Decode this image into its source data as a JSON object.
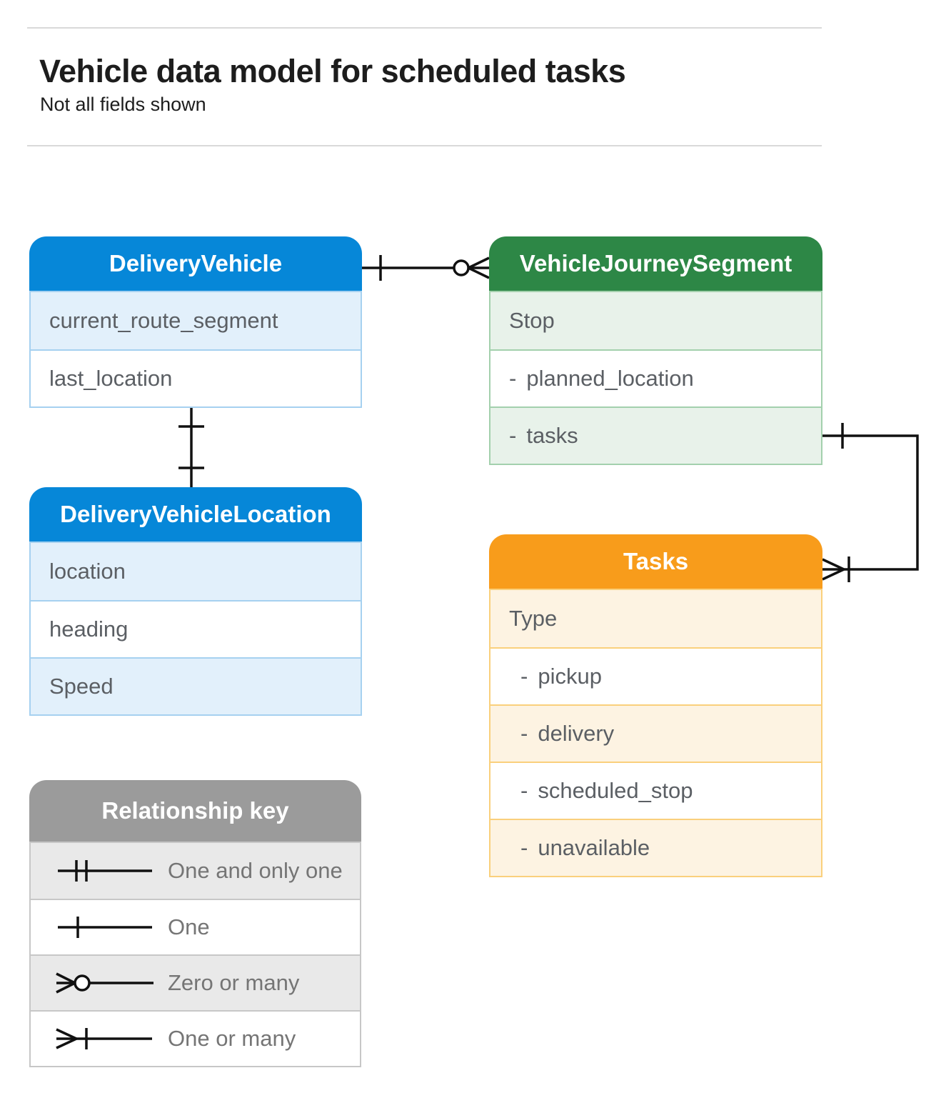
{
  "header": {
    "title": "Vehicle data model for scheduled tasks",
    "subtitle": "Not all fields shown"
  },
  "entities": {
    "delivery_vehicle": {
      "title": "DeliveryVehicle",
      "rows": [
        {
          "label": "current_route_segment"
        },
        {
          "label": "last_location"
        }
      ]
    },
    "vehicle_journey_segment": {
      "title": "VehicleJourneySegment",
      "rows": [
        {
          "label": "Stop"
        },
        {
          "dash": "-",
          "label": "planned_location"
        },
        {
          "dash": "-",
          "label": "tasks"
        }
      ]
    },
    "delivery_vehicle_location": {
      "title": "DeliveryVehicleLocation",
      "rows": [
        {
          "label": "location"
        },
        {
          "label": "heading"
        },
        {
          "label": "Speed"
        }
      ]
    },
    "tasks": {
      "title": "Tasks",
      "rows": [
        {
          "label": "Type"
        },
        {
          "dash": "-",
          "label": "pickup"
        },
        {
          "dash": "-",
          "label": "delivery"
        },
        {
          "dash": "-",
          "label": "scheduled_stop"
        },
        {
          "dash": "-",
          "label": "unavailable"
        }
      ]
    }
  },
  "legend": {
    "title": "Relationship key",
    "items": [
      {
        "symbol": "one-and-only-one",
        "label": "One and only one"
      },
      {
        "symbol": "one",
        "label": "One"
      },
      {
        "symbol": "zero-or-many",
        "label": "Zero or many"
      },
      {
        "symbol": "one-or-many",
        "label": "One or many"
      }
    ]
  },
  "relationships": [
    {
      "from": "DeliveryVehicle",
      "to": "VehicleJourneySegment",
      "from_end": "one",
      "to_end": "zero-or-many"
    },
    {
      "from": "DeliveryVehicle",
      "to": "DeliveryVehicleLocation",
      "from_end": "one",
      "to_end": "one"
    },
    {
      "from": "VehicleJourneySegment.tasks",
      "to": "Tasks",
      "from_end": "one",
      "to_end": "one-or-many"
    }
  ],
  "colors": {
    "blue": "#0687d8",
    "blue_tint": "#e2f0fb",
    "blue_border": "#a6d1f0",
    "green": "#2d8746",
    "green_tint": "#e8f2ea",
    "green_border": "#a3d0ad",
    "orange": "#f89c1b",
    "orange_tint": "#fdf3e2",
    "orange_border": "#fad07c",
    "grey": "#9b9b9b",
    "grey_tint": "#e9e9e9",
    "grey_border": "#c7c7c7",
    "line": "#111111",
    "rule": "#d9d9d9",
    "title_text": "#1d1d1d",
    "row_text": "#5b5f64",
    "legend_text": "#757575"
  }
}
